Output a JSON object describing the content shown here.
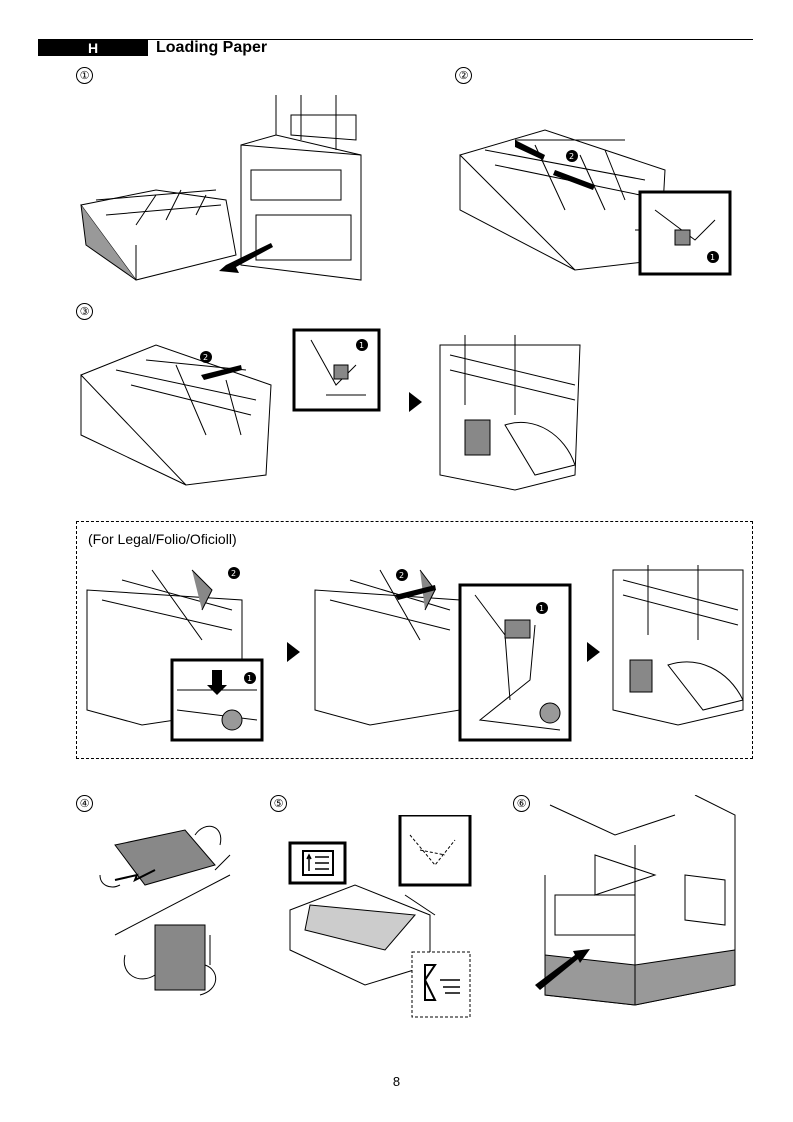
{
  "section": {
    "letter": "H",
    "title": "Loading Paper"
  },
  "steps": [
    "①",
    "②",
    "③",
    "④",
    "⑤",
    "⑥"
  ],
  "callouts": {
    "one": "1",
    "two": "2"
  },
  "legal_note": "(For Legal/Folio/Oficioll)",
  "page_number": "8"
}
